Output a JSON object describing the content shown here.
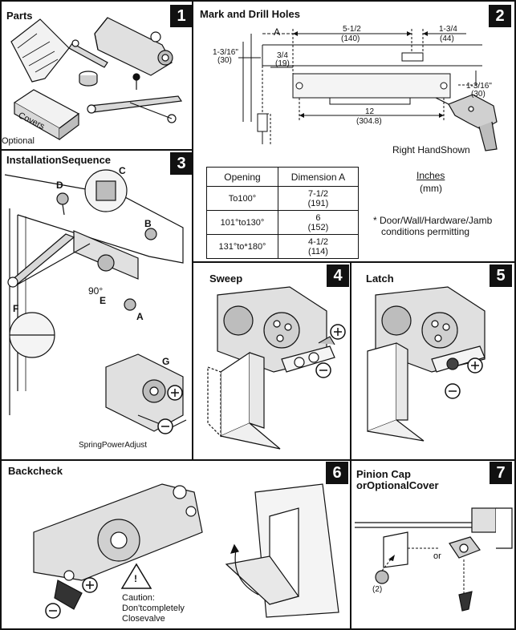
{
  "panel1": {
    "number": "1",
    "title": "Parts",
    "covers_label": "Covers",
    "optional_label": "Optional"
  },
  "panel2": {
    "number": "2",
    "title": "Mark and Drill Holes",
    "label_a": "A",
    "dim_top": {
      "value": "5-1/2",
      "metric": "(140)"
    },
    "dim_right_top": {
      "value": "1-3/4",
      "metric": "(44)"
    },
    "dim_left": {
      "value": "1-3/16\"",
      "metric": "(30)"
    },
    "dim_small": {
      "value": "3/4",
      "metric": "(19)"
    },
    "dim_right_side": {
      "value": "1-3/16\"",
      "metric": "(30)"
    },
    "dim_bottom": {
      "value": "12",
      "metric": "(304.8)"
    },
    "right_hand_shown": "Right HandShown"
  },
  "table": {
    "header_opening": "Opening",
    "header_dimension": "Dimension A",
    "rows": [
      {
        "opening": "To100°",
        "value": "7-1/2",
        "metric": "(191)"
      },
      {
        "opening": "101°to130°",
        "value": "6",
        "metric": "(152)"
      },
      {
        "opening": "131°to*180°",
        "value": "4-1/2",
        "metric": "(114)"
      }
    ]
  },
  "units": {
    "inches": "Inches",
    "mm": "(mm)"
  },
  "note": {
    "line1": "* Door/Wall/Hardware/Jamb",
    "line2": "conditions permitting"
  },
  "panel3": {
    "number": "3",
    "title": "InstallationSequence",
    "labels": {
      "a": "A",
      "b": "B",
      "c": "C",
      "d": "D",
      "e": "E",
      "f": "F",
      "g": "G"
    },
    "angle": "90°",
    "plus": "+",
    "minus": "−",
    "spring_caption": "SpringPowerAdjust"
  },
  "panel4": {
    "number": "4",
    "title": "Sweep",
    "plus": "+",
    "minus": "−"
  },
  "panel5": {
    "number": "5",
    "title": "Latch",
    "plus": "+",
    "minus": "−"
  },
  "panel6": {
    "number": "6",
    "title": "Backcheck",
    "plus": "+",
    "minus": "−",
    "caution": {
      "line1": "Caution:",
      "line2": "Don'tcompletely",
      "line3": "Closevalve"
    },
    "warning_symbol": "!"
  },
  "panel7": {
    "number": "7",
    "title_line1": "Pinion Cap",
    "title_line2": "orOptionalCover",
    "or_label": "or",
    "count_label": "(2)"
  },
  "colors": {
    "ink": "#111111",
    "paper": "#ffffff",
    "fill_light": "#e6e6e6",
    "fill_mid": "#bdbdbd"
  }
}
